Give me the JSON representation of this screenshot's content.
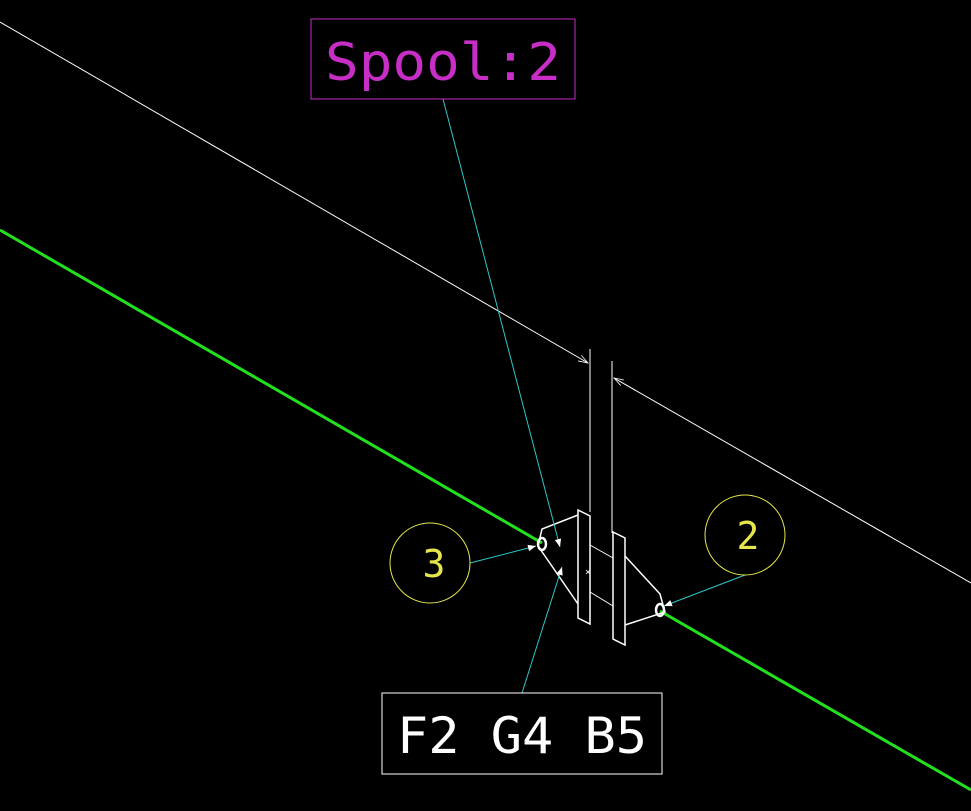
{
  "drawing": {
    "background": "#000000",
    "colors": {
      "pipe": "#22e01e",
      "dimension": "#ffffff",
      "leader": "#2ec6c8",
      "spool": "#c62ec6",
      "balloon": "#e6e64c",
      "flange": "#ffffff",
      "tag_box": "#ffffff"
    },
    "spool_tag": {
      "label": "Spool:2"
    },
    "balloons": [
      {
        "id": "balloon-3",
        "number": "3"
      },
      {
        "id": "balloon-2",
        "number": "2"
      }
    ],
    "component_tag": {
      "label": "F2 G4 B5"
    }
  }
}
